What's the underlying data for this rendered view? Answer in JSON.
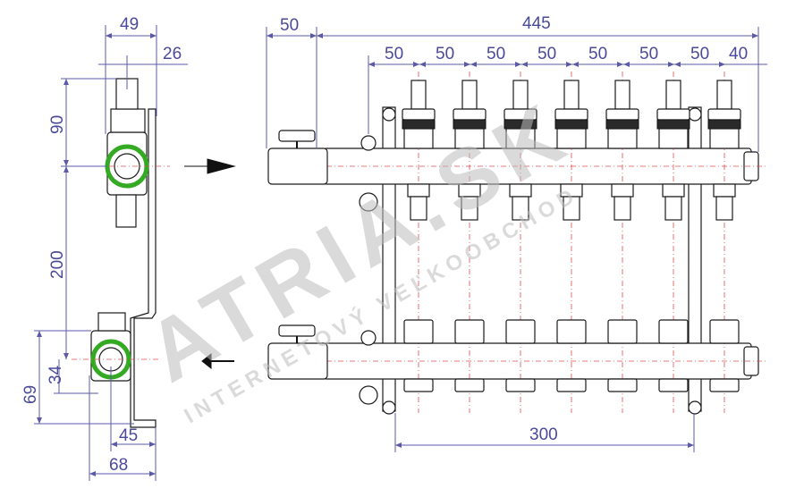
{
  "side_view": {
    "dims": {
      "width_top": "49",
      "offset_top": "26",
      "height_upper": "90",
      "height_between": "200",
      "offset_lower": "34",
      "height_lower": "69",
      "width_bottom_inner": "45",
      "width_bottom_outer": "68"
    }
  },
  "front_view": {
    "dims": {
      "inlet_offset": "50",
      "overall_length": "445",
      "outlet_pitches": [
        "50",
        "50",
        "50",
        "50",
        "50",
        "50",
        "50"
      ],
      "end_offset": "40",
      "bracket_spacing": "300"
    },
    "outlet_count": 7
  },
  "watermark": {
    "brand": "ATRIA.SK",
    "tagline": "INTERNETOVÝ VEĽKOOBCHOD"
  },
  "colors": {
    "dimension": "#4a4a9a",
    "highlight_ring": "#33aa22",
    "centerline": "#e05050",
    "arrow": "#111111"
  }
}
